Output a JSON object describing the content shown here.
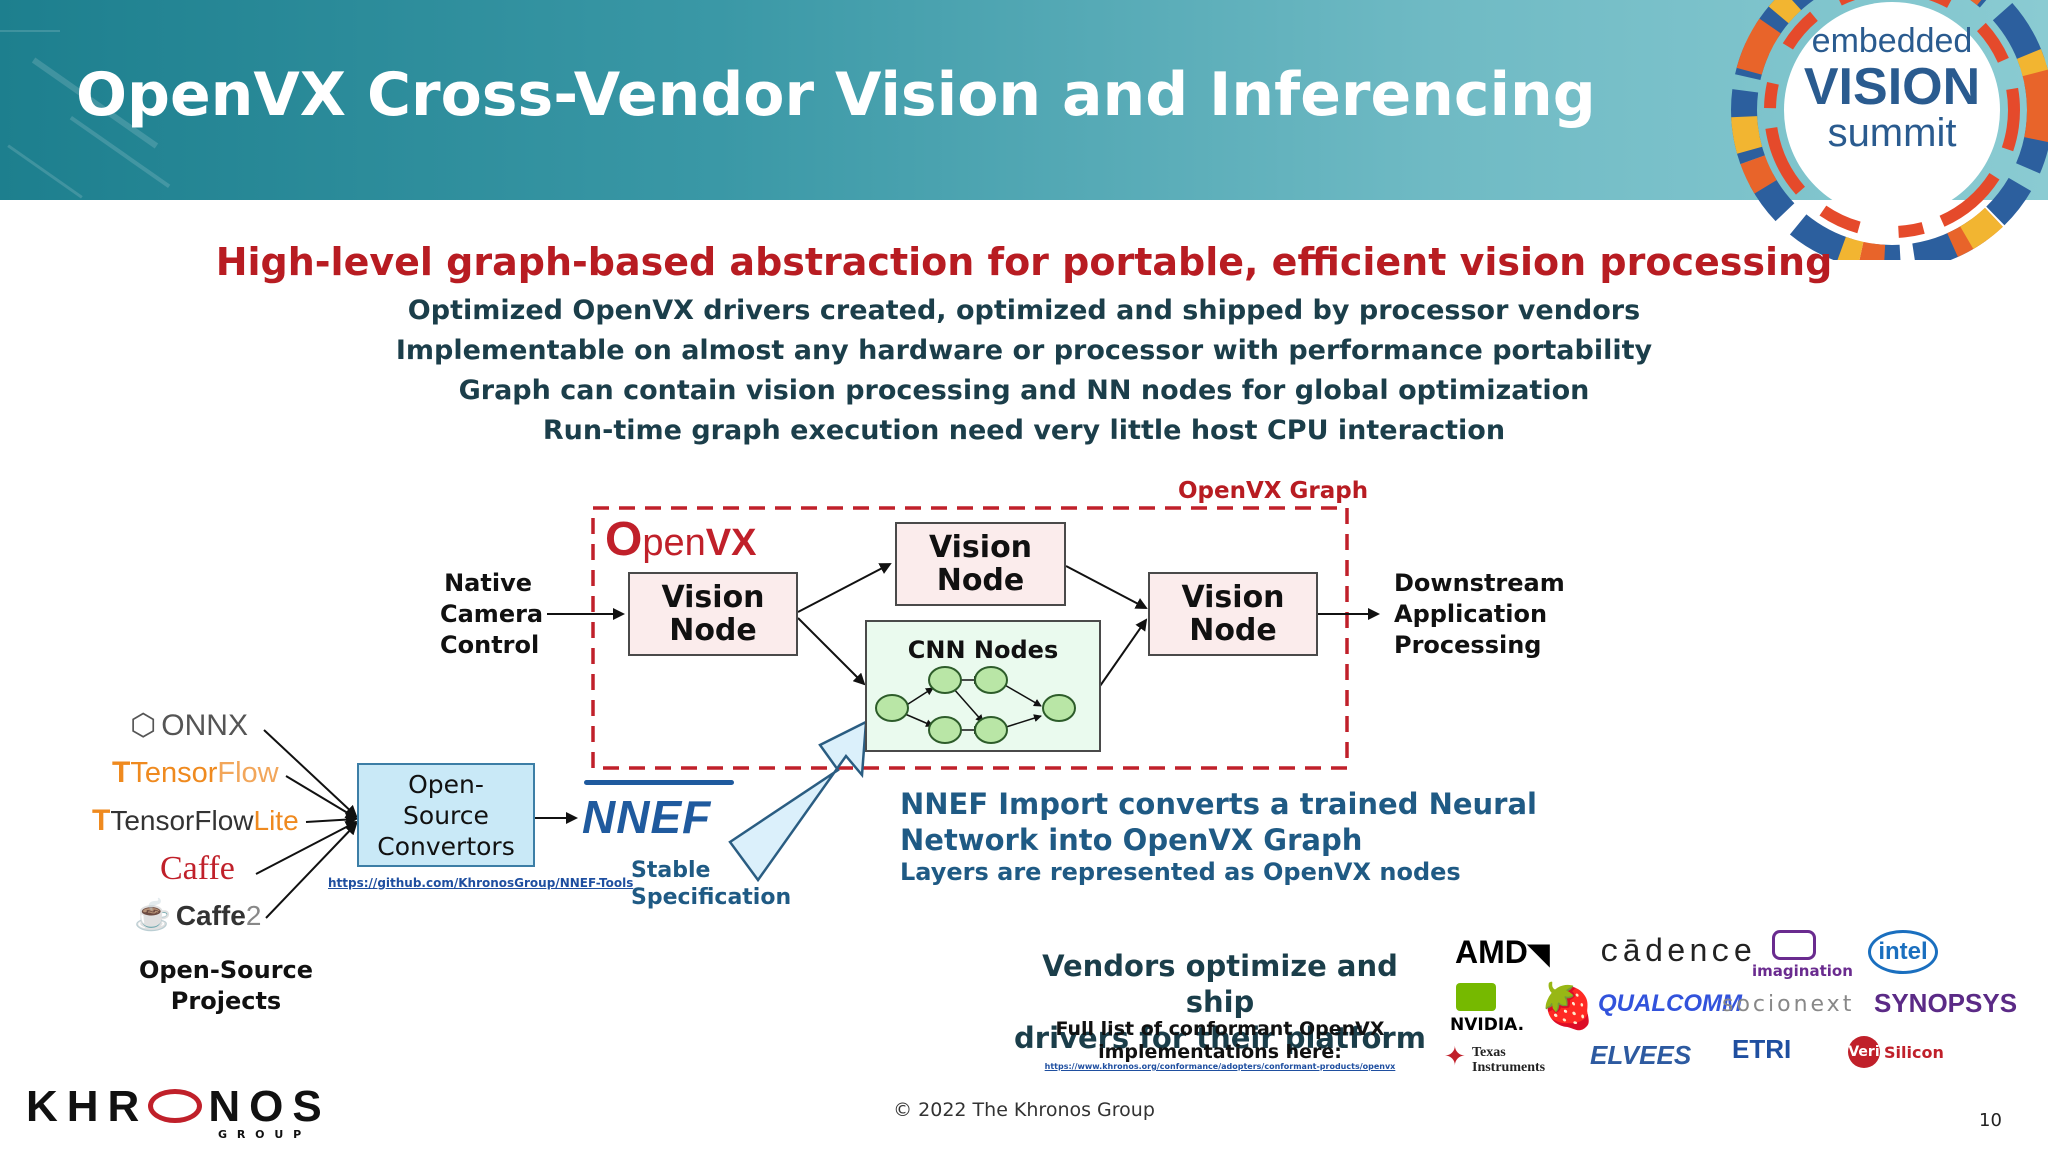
{
  "header": {
    "title": "OpenVX Cross-Vendor Vision and Inferencing"
  },
  "badge": {
    "line1": "embedded",
    "line2": "VISION",
    "line3": "summit"
  },
  "headline": "High-level graph-based abstraction for portable, efficient vision processing",
  "bullets": [
    "Optimized OpenVX drivers created, optimized and shipped by processor vendors",
    "Implementable on almost any hardware or processor with performance portability",
    "Graph can contain vision processing and NN nodes for global optimization",
    "Run-time graph execution need very little host CPU interaction"
  ],
  "diagram": {
    "graph_label": "OpenVX Graph",
    "openvx_logo": {
      "o": "O",
      "pen": "pen",
      "vx": "VX"
    },
    "native_camera": [
      "Native",
      "Camera",
      "Control"
    ],
    "downstream": [
      "Downstream",
      "Application",
      "Processing"
    ],
    "vision_node_1": [
      "Vision",
      "Node"
    ],
    "vision_node_2": [
      "Vision",
      "Node"
    ],
    "vision_node_3": [
      "Vision",
      "Node"
    ],
    "cnn_title": "CNN Nodes",
    "converter": [
      "Open-",
      "Source",
      "Convertors"
    ],
    "nnef_logo": "NNEF",
    "stable_spec": [
      "Stable",
      "Specification"
    ],
    "nnef_tools_link": "https://github.com/KhronosGroup/NNEF-Tools",
    "nnef_import_1": "NNEF Import converts a trained Neural",
    "nnef_import_2": "Network into OpenVX Graph",
    "nnef_import_3": "Layers are represented as OpenVX nodes",
    "frameworks": {
      "onnx": "ONNX",
      "tensorflow_a": "Tensor",
      "tensorflow_b": "Flow",
      "tflite_a": "TensorFlow",
      "tflite_b": "Lite",
      "caffe": "Caffe",
      "caffe2": "Caffe",
      "caffe2_num": "2"
    },
    "oss_projects": [
      "Open-Source",
      "Projects"
    ]
  },
  "vendors_text": {
    "line1": "Vendors optimize and ship",
    "line2": "drivers for their platform",
    "line3": "Full list of conformant OpenVX",
    "line4": "implementations here:",
    "link": "https://www.khronos.org/conformance/adopters/conformant-products/openvx"
  },
  "vendor_logos": {
    "amd": "AMD",
    "cadence": "cādence",
    "imagination": "imagination",
    "intel": "intel",
    "nvidia": "NVIDIA.",
    "qualcomm": "QUALCOMM",
    "socionext": "socionext",
    "synopsys": "SYNOPSYS",
    "ti_1": "Texas",
    "ti_2": "Instruments",
    "elvees": "ELVEES",
    "etri": "ETRI",
    "verisilicon_a": "Veri",
    "verisilicon_b": "Silicon"
  },
  "khronos": {
    "wordmark_a": "KHR",
    "wordmark_b": "NOS",
    "group": "G R O U P"
  },
  "footer": {
    "copyright": "© 2022 The Khronos Group",
    "page_number": "10"
  },
  "colors": {
    "header_teal": "#1d7f8e",
    "headline_red": "#b81c22",
    "node_fill": "#fbecec",
    "cnn_fill": "#eafaee",
    "converter_fill": "#c9e9f7",
    "cnn_node_fill": "#b9e6a6",
    "text_dark_teal": "#1b3e4a",
    "nnef_blue": "#1f5a9e"
  }
}
